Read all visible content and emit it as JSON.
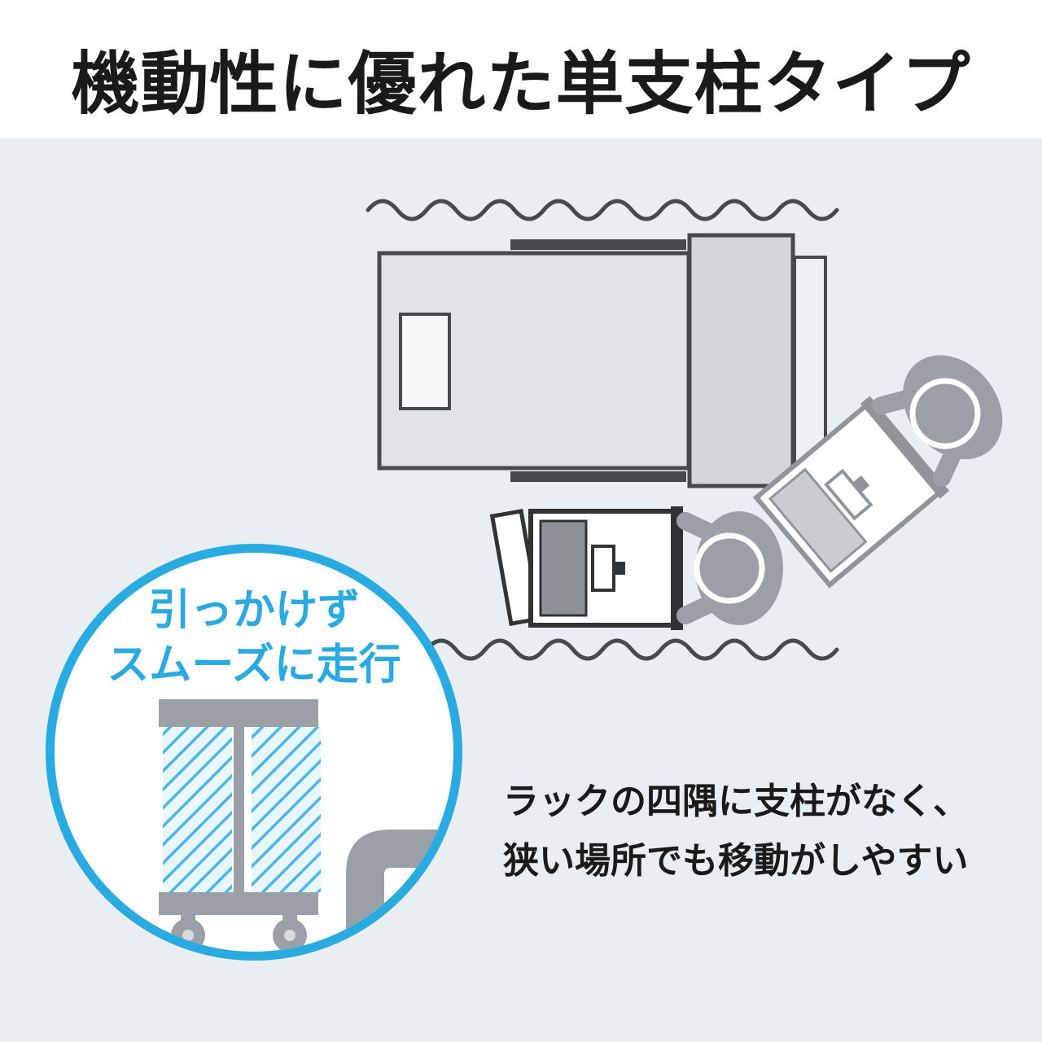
{
  "title": "機動性に優れた単支柱タイプ",
  "callout": {
    "line1": "引っかけず",
    "line2": "スムーズに走行"
  },
  "caption": {
    "line1": "ラックの四隅に支柱がなく、",
    "line2": "狭い場所でも移動がしやすい"
  },
  "colors": {
    "accent_blue": "#29abe2",
    "hatch_blue": "#4ab7e8",
    "hatch_bg": "#e8f6fd",
    "panel_bg": "#e9eef2",
    "text_dark": "#1a1a1a",
    "illustration_gray": "#9aa0a6"
  },
  "icons": {
    "scene": "room-topdown-bed-and-staff-pushing-carts-illustration",
    "callout_art": "single-pillar-cart-with-casters-beside-bed-frame-illustration"
  }
}
